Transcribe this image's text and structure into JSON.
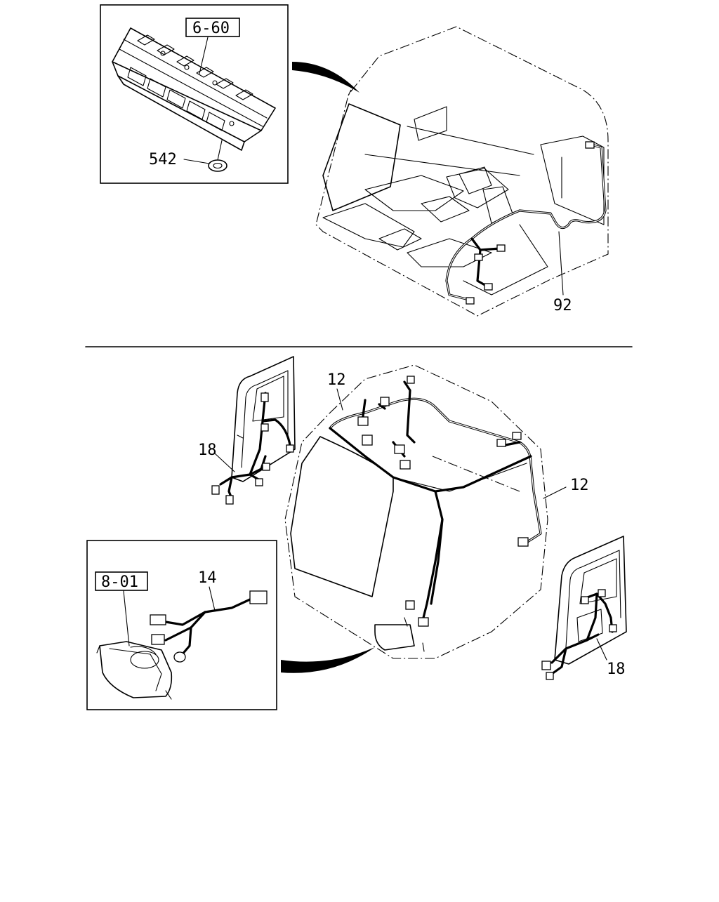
{
  "labels": {
    "ref_top_box": "6-60",
    "part_542": "542",
    "part_92": "92",
    "part_12_roof": "12",
    "part_12_side": "12",
    "part_18_left": "18",
    "part_18_right": "18",
    "ref_bottom_box": "8-01",
    "part_14": "14"
  }
}
